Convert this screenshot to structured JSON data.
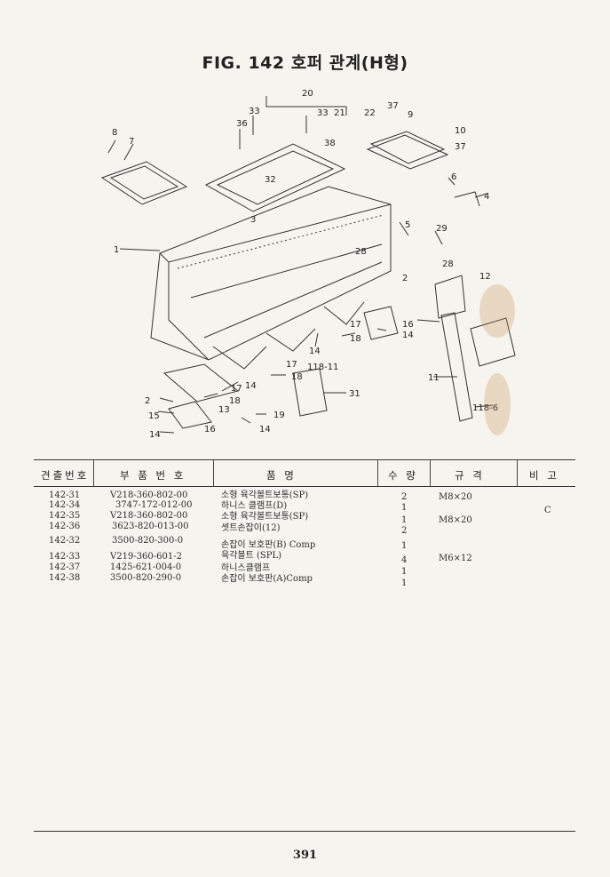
{
  "figure": {
    "title": "FIG. 142 호퍼 관계(H형)",
    "callouts": [
      "20",
      "33",
      "33",
      "21",
      "22",
      "37",
      "9",
      "10",
      "37",
      "8",
      "7",
      "36",
      "38",
      "32",
      "6",
      "4",
      "3",
      "5",
      "29",
      "1",
      "28",
      "28",
      "2",
      "12",
      "16",
      "17",
      "18",
      "14",
      "17",
      "18",
      "14",
      "118-11",
      "31",
      "2",
      "13",
      "18",
      "17",
      "14",
      "15",
      "16",
      "14",
      "19",
      "14",
      "11",
      "118-6"
    ]
  },
  "table": {
    "headers": [
      "견출번호",
      "부 품 번 호",
      "품 명",
      "수 량",
      "규 격",
      "비 고"
    ],
    "rows": [
      {
        "ref": "142-31",
        "part": "V218-360-802-00",
        "name": "소형 육각볼트보통(SP)",
        "qty": "2",
        "spec": "M8×20",
        "note": ""
      },
      {
        "ref": "142-34",
        "part": "3747-172-012-00",
        "name": "하니스 클램프(D)",
        "qty": "1",
        "spec": "",
        "note": "C"
      },
      {
        "ref": "142-35",
        "part": "V218-360-802-00",
        "name": "소형 육각볼트보통(SP)",
        "qty": "1",
        "spec": "M8×20",
        "note": ""
      },
      {
        "ref": "142-36",
        "part": "3623-820-013-00",
        "name": "셋트손잡이(12)",
        "qty": "2",
        "spec": "",
        "note": ""
      },
      {
        "ref": "142-32",
        "part": "3500-820-300-0",
        "name": "손잡이 보호판(B) Comp",
        "qty": "1",
        "spec": "",
        "note": ""
      },
      {
        "ref": "142-33",
        "part": "V219-360-601-2",
        "name": "육각볼트 (SPL)",
        "qty": "4",
        "spec": "M6×12",
        "note": ""
      },
      {
        "ref": "142-37",
        "part": "1425-621-004-0",
        "name": "하니스클램프",
        "qty": "1",
        "spec": "",
        "note": ""
      },
      {
        "ref": "142-38",
        "part": "3500-820-290-0",
        "name": "손잡이 보호판(A)Comp",
        "qty": "1",
        "spec": "",
        "note": ""
      }
    ]
  },
  "footer": {
    "page": "391"
  }
}
